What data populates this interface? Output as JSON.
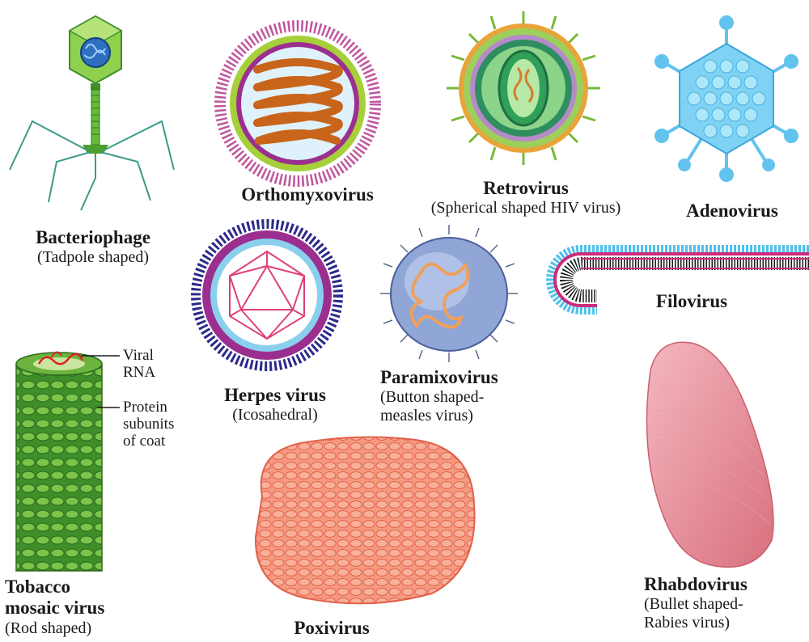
{
  "viruses": {
    "bacteriophage": {
      "title": "Bacteriophage",
      "subtitle": "(Tadpole shaped)"
    },
    "orthomyxovirus": {
      "title": "Orthomyxovirus"
    },
    "retrovirus": {
      "title": "Retrovirus",
      "subtitle": "(Spherical shaped HIV virus)"
    },
    "adenovirus": {
      "title": "Adenovirus"
    },
    "herpes": {
      "title": "Herpes virus",
      "subtitle": "(Icosahedral)"
    },
    "paramixovirus": {
      "title": "Paramixovirus",
      "subtitle1": "(Button shaped-",
      "subtitle2": "measles virus)"
    },
    "filovirus": {
      "title": "Filovirus"
    },
    "tmv": {
      "title1": "Tobacco",
      "title2": "mosaic virus",
      "subtitle": "(Rod shaped)",
      "pointer1": "Viral",
      "pointer1b": "RNA",
      "pointer2": "Protein",
      "pointer2b": "subunits",
      "pointer2c": "of coat"
    },
    "poxivirus": {
      "title": "Poxivirus"
    },
    "rhabdovirus": {
      "title": "Rhabdovirus",
      "subtitle1": "(Bullet shaped-",
      "subtitle2": "Rabies virus)"
    }
  },
  "colors": {
    "green": "#4caf50",
    "purple": "#9c2a8c",
    "orange": "#d2691e",
    "blue": "#5bc8f0",
    "pink": "#e8a0a8",
    "salmon": "#f4866c"
  }
}
